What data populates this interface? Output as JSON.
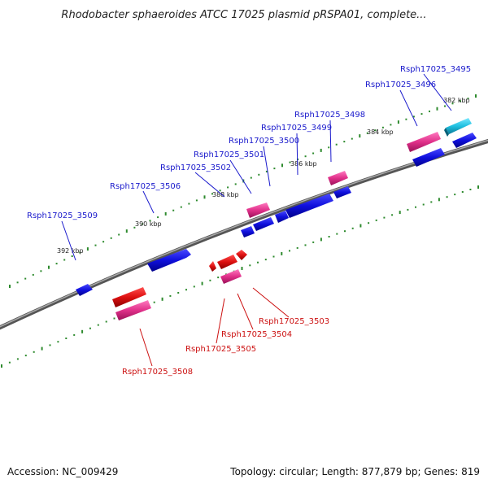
{
  "title": "Rhodobacter sphaeroides ATCC 17025 plasmid pRSPA01, complete...",
  "footer": {
    "accession": "Accession: NC_009429",
    "summary": "Topology: circular; Length: 877,879 bp; Genes: 819"
  },
  "colors": {
    "forward": "#1010dd",
    "reverse": "#dd1010",
    "pink": "#e0308a",
    "cyan": "#20c0e0",
    "ticks": "#2d8a2d",
    "backbone": "#888888"
  },
  "kbp_labels": [
    "382 kbp",
    "384 kbp",
    "386 kbp",
    "388 kbp",
    "390 kbp",
    "392 kbp"
  ],
  "gene_labels": {
    "g3495": "Rsph17025_3495",
    "g3496": "Rsph17025_3496",
    "g3498": "Rsph17025_3498",
    "g3499": "Rsph17025_3499",
    "g3500": "Rsph17025_3500",
    "g3501": "Rsph17025_3501",
    "g3502": "Rsph17025_3502",
    "g3506": "Rsph17025_3506",
    "g3509": "Rsph17025_3509",
    "g3503": "Rsph17025_3503",
    "g3504": "Rsph17025_3504",
    "g3505": "Rsph17025_3505",
    "g3508": "Rsph17025_3508"
  }
}
